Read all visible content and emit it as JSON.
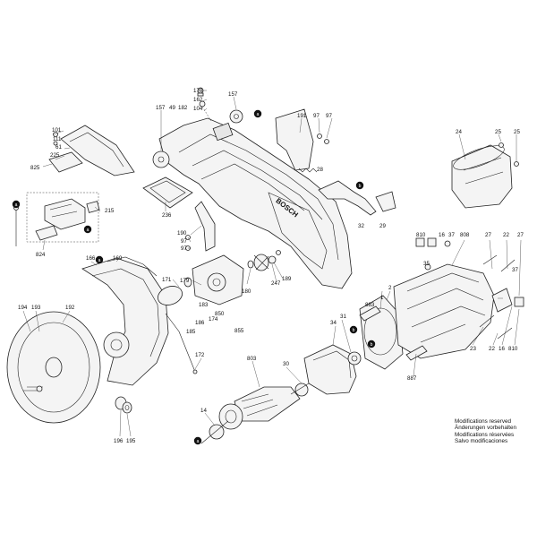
{
  "callouts": [
    {
      "id": "c170",
      "text": "170"
    },
    {
      "id": "c162",
      "text": "162"
    },
    {
      "id": "c104",
      "text": "104"
    },
    {
      "id": "c157a",
      "text": "157"
    },
    {
      "id": "c157b",
      "text": "157"
    },
    {
      "id": "c49",
      "text": "49"
    },
    {
      "id": "c182",
      "text": "182"
    },
    {
      "id": "c191",
      "text": "191"
    },
    {
      "id": "c97a",
      "text": "97"
    },
    {
      "id": "c97b",
      "text": "97"
    },
    {
      "id": "c101",
      "text": "101"
    },
    {
      "id": "c111",
      "text": "111"
    },
    {
      "id": "c61",
      "text": "61"
    },
    {
      "id": "c225",
      "text": "225"
    },
    {
      "id": "c825",
      "text": "825"
    },
    {
      "id": "c24",
      "text": "24"
    },
    {
      "id": "c25a",
      "text": "25"
    },
    {
      "id": "c25b",
      "text": "25"
    },
    {
      "id": "c28",
      "text": "28"
    },
    {
      "id": "c236",
      "text": "236"
    },
    {
      "id": "c215",
      "text": "215"
    },
    {
      "id": "c824",
      "text": "824"
    },
    {
      "id": "c190",
      "text": "190"
    },
    {
      "id": "c97c",
      "text": "97"
    },
    {
      "id": "c97d",
      "text": "97"
    },
    {
      "id": "c32",
      "text": "32"
    },
    {
      "id": "c29",
      "text": "29"
    },
    {
      "id": "c166",
      "text": "166"
    },
    {
      "id": "c169",
      "text": "169"
    },
    {
      "id": "c171",
      "text": "171"
    },
    {
      "id": "c179",
      "text": "179"
    },
    {
      "id": "c180",
      "text": "180"
    },
    {
      "id": "c189",
      "text": "189"
    },
    {
      "id": "c247",
      "text": "247"
    },
    {
      "id": "c183",
      "text": "183"
    },
    {
      "id": "c174",
      "text": "174"
    },
    {
      "id": "c186",
      "text": "186"
    },
    {
      "id": "c185",
      "text": "185"
    },
    {
      "id": "c850",
      "text": "850"
    },
    {
      "id": "c855",
      "text": "855"
    },
    {
      "id": "c194",
      "text": "194"
    },
    {
      "id": "c193",
      "text": "193"
    },
    {
      "id": "c192",
      "text": "192"
    },
    {
      "id": "c172",
      "text": "172"
    },
    {
      "id": "c196",
      "text": "196"
    },
    {
      "id": "c195",
      "text": "195"
    },
    {
      "id": "c803",
      "text": "803"
    },
    {
      "id": "c30",
      "text": "30"
    },
    {
      "id": "c14",
      "text": "14"
    },
    {
      "id": "c34",
      "text": "34"
    },
    {
      "id": "c31",
      "text": "31"
    },
    {
      "id": "c883",
      "text": "883"
    },
    {
      "id": "c887",
      "text": "887"
    },
    {
      "id": "c2",
      "text": "2"
    },
    {
      "id": "c1",
      "text": "1"
    },
    {
      "id": "c810a",
      "text": "810"
    },
    {
      "id": "c16a",
      "text": "16"
    },
    {
      "id": "c37a",
      "text": "37"
    },
    {
      "id": "c35",
      "text": "35"
    },
    {
      "id": "c808",
      "text": "808"
    },
    {
      "id": "c27a",
      "text": "27"
    },
    {
      "id": "c22a",
      "text": "22"
    },
    {
      "id": "c37b",
      "text": "37"
    },
    {
      "id": "c27b",
      "text": "27"
    },
    {
      "id": "c23",
      "text": "23"
    },
    {
      "id": "c22b",
      "text": "22"
    },
    {
      "id": "c16b",
      "text": "16"
    },
    {
      "id": "c810b",
      "text": "810"
    }
  ],
  "markers": [
    {
      "id": "m1",
      "text": "a"
    },
    {
      "id": "m2",
      "text": "b"
    },
    {
      "id": "m3",
      "text": "a"
    },
    {
      "id": "m4",
      "text": "a"
    },
    {
      "id": "m5",
      "text": "a"
    },
    {
      "id": "m6",
      "text": "b"
    },
    {
      "id": "m7",
      "text": "b"
    },
    {
      "id": "m8",
      "text": "a"
    }
  ],
  "brand": "BOSCH",
  "notes": [
    "Modifications reserved",
    "Änderungen vorbehalten",
    "Modifications réservées",
    "Salvo modificaciones"
  ],
  "colors": {
    "line": "#222222",
    "paper": "#ffffff",
    "fill": "#f4f4f4"
  }
}
